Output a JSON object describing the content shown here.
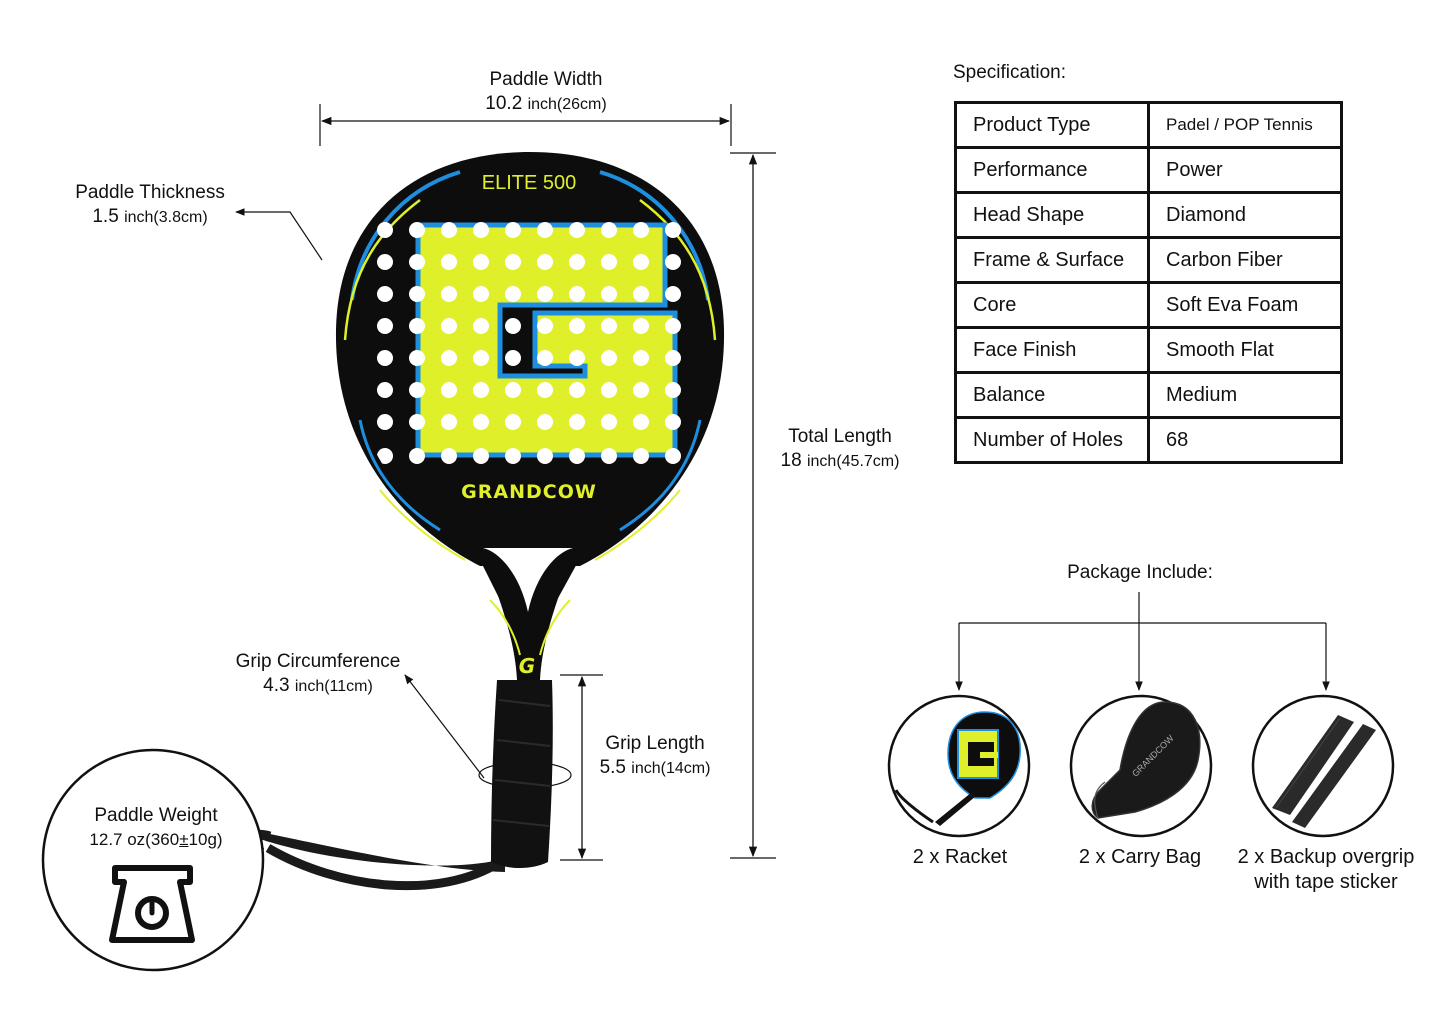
{
  "paddle": {
    "model": "ELITE 500",
    "brand": "GRANDCOW",
    "logo_letter": "G"
  },
  "dimensions": {
    "width": {
      "title": "Paddle Width",
      "value": "10.2",
      "unit": "inch(26cm)"
    },
    "thickness": {
      "title": "Paddle Thickness",
      "value": "1.5",
      "unit": "inch(3.8cm)"
    },
    "total_length": {
      "title": "Total Length",
      "value": "18",
      "unit": "inch(45.7cm)"
    },
    "grip_circumference": {
      "title": "Grip Circumference",
      "value": "4.3",
      "unit": "inch(11cm)"
    },
    "grip_length": {
      "title": "Grip Length",
      "value": "5.5",
      "unit": "inch(14cm)"
    },
    "weight": {
      "title": "Paddle Weight",
      "value": "12.7 oz(360",
      "pm": "±",
      "rest": "10g)"
    }
  },
  "specification": {
    "title": "Specification:",
    "rows": [
      {
        "key": "Product Type",
        "value": "Padel / POP Tennis"
      },
      {
        "key": "Performance",
        "value": "Power"
      },
      {
        "key": "Head Shape",
        "value": "Diamond"
      },
      {
        "key": "Frame & Surface",
        "value": "Carbon Fiber"
      },
      {
        "key": "Core",
        "value": "Soft Eva Foam"
      },
      {
        "key": "Face Finish",
        "value": "Smooth Flat"
      },
      {
        "key": "Balance",
        "value": "Medium"
      },
      {
        "key": "Number of Holes",
        "value": "68"
      }
    ]
  },
  "package": {
    "title": "Package Include:",
    "items": [
      {
        "label": "2 x Racket"
      },
      {
        "label": "2 x Carry Bag",
        "bag_text": "GRANDCOW"
      },
      {
        "label": "2 x Backup overgrip",
        "label2": "with tape sticker"
      }
    ]
  },
  "colors": {
    "accent_yellow": "#dff02a",
    "accent_blue": "#1e8fe0",
    "paddle_black": "#0d0d0d"
  },
  "icons": [
    "scale-icon",
    "racket-thumbnail",
    "carry-bag-thumbnail",
    "overgrip-thumbnail"
  ]
}
